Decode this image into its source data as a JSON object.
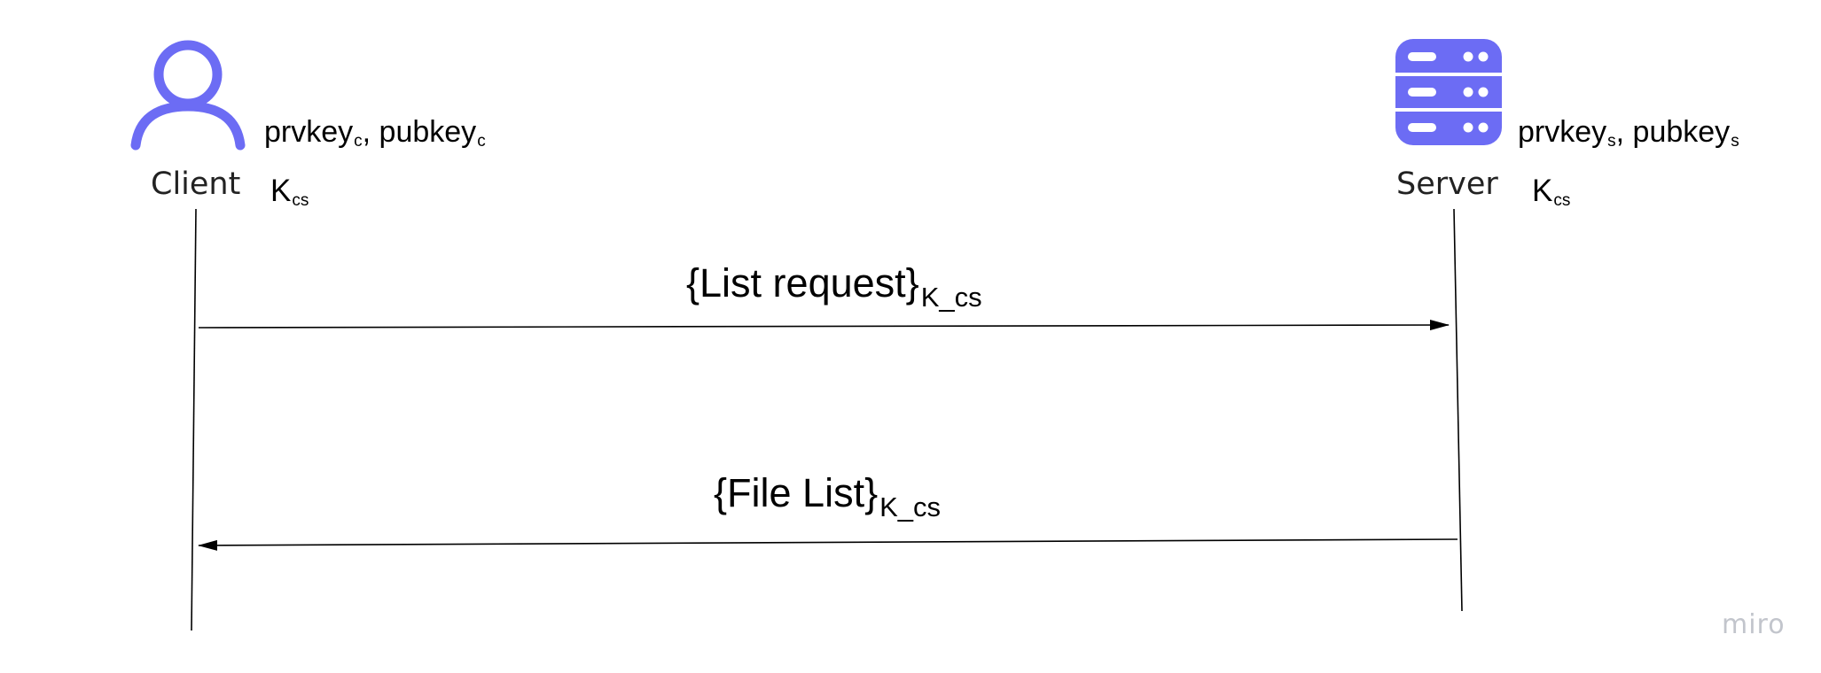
{
  "actors": {
    "client": {
      "name": "Client",
      "icon": "user-icon",
      "keypair": {
        "prv": "prvkey",
        "prv_sub": "c",
        "sep": ", ",
        "pub": "pubkey",
        "pub_sub": "c"
      },
      "session_key": {
        "base": "K",
        "sub": "cs"
      }
    },
    "server": {
      "name": "Server",
      "icon": "server-icon",
      "keypair": {
        "prv": "prvkey",
        "prv_sub": "s",
        "sep": ", ",
        "pub": "pubkey",
        "pub_sub": "s"
      },
      "session_key": {
        "base": "K",
        "sub": "cs"
      }
    }
  },
  "messages": [
    {
      "text": "{List request}",
      "sub": "K_cs",
      "direction": "client-to-server"
    },
    {
      "text": "{File List}",
      "sub": "K_cs",
      "direction": "server-to-client"
    }
  ],
  "watermark": "miro",
  "colors": {
    "icon": "#6c6cf4",
    "line": "#000000",
    "watermark": "#c2c5cc"
  }
}
